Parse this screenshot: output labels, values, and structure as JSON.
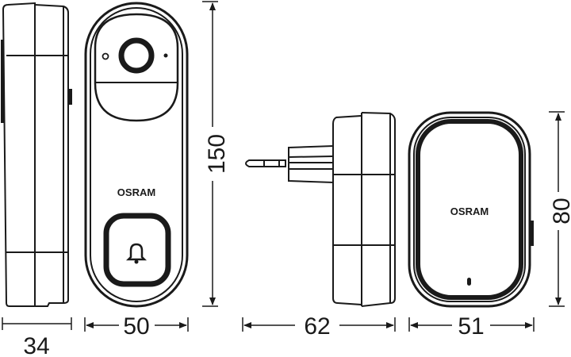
{
  "drawing": {
    "brand_label": "OSRAM",
    "stroke_color": "#1a1a1a",
    "background": "#ffffff",
    "views": [
      {
        "name": "doorbell-side-view",
        "dimension_label": "34",
        "dimension_axis": "horizontal"
      },
      {
        "name": "doorbell-front-view",
        "dimension_label": "50",
        "dimension_axis": "horizontal",
        "height_label": "150",
        "height_axis": "vertical"
      },
      {
        "name": "chime-side-view",
        "dimension_label": "62",
        "dimension_axis": "horizontal"
      },
      {
        "name": "chime-front-view",
        "dimension_label": "51",
        "dimension_axis": "horizontal",
        "height_label": "80",
        "height_axis": "vertical"
      }
    ],
    "icons": {
      "bell": "bell-icon",
      "camera": "camera-lens-icon"
    }
  }
}
